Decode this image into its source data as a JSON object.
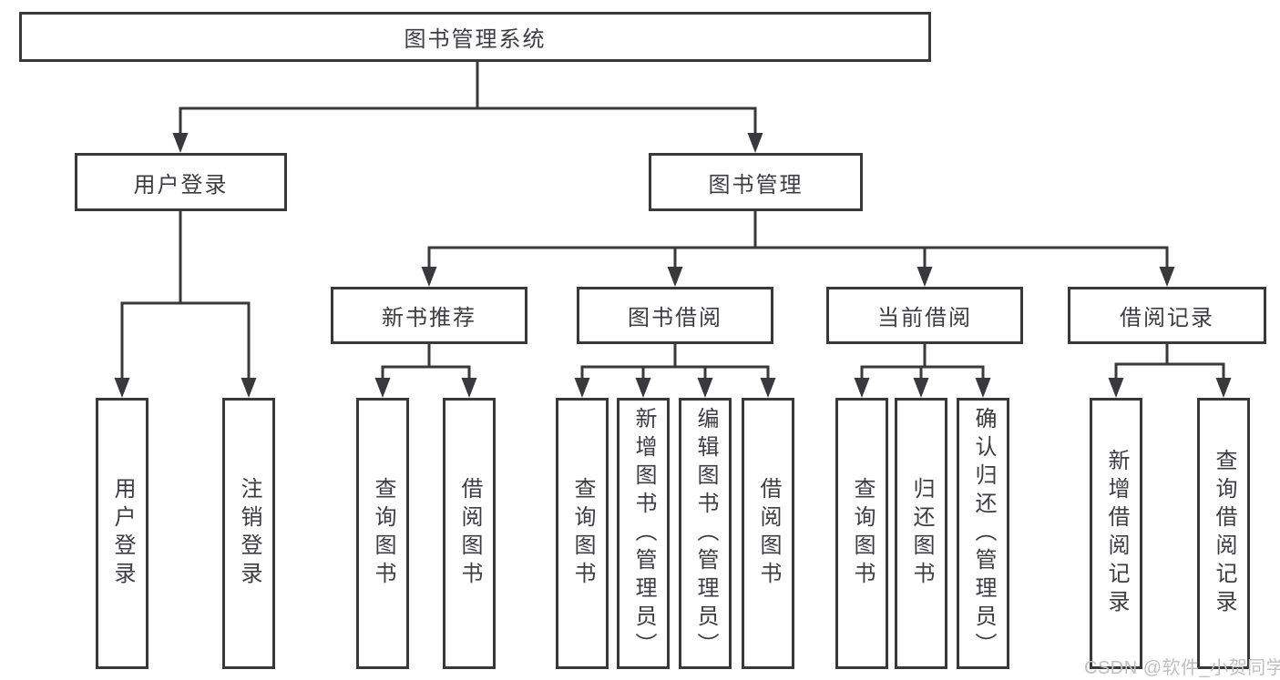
{
  "diagram": {
    "title": "图书管理系统",
    "nodes": {
      "root": {
        "label": "图书管理系统"
      },
      "userLogin": {
        "label": "用户登录",
        "children": {
          "login": {
            "label": "用户登录"
          },
          "logout": {
            "label": "注销登录"
          }
        }
      },
      "bookMgmt": {
        "label": "图书管理",
        "children": {
          "newBooks": {
            "label": "新书推荐",
            "children": {
              "query": {
                "label": "查询图书"
              },
              "borrow": {
                "label": "借阅图书"
              }
            }
          },
          "bookBorrow": {
            "label": "图书借阅",
            "children": {
              "query": {
                "label": "查询图书"
              },
              "add": {
                "label": "新增图书（管理员）"
              },
              "edit": {
                "label": "编辑图书（管理员）"
              },
              "borrow": {
                "label": "借阅图书"
              }
            }
          },
          "currentBorrow": {
            "label": "当前借阅",
            "children": {
              "query": {
                "label": "查询图书"
              },
              "return": {
                "label": "归还图书"
              },
              "confirmReturn": {
                "label": "确认归还（管理员）"
              }
            }
          },
          "borrowRecords": {
            "label": "借阅记录",
            "children": {
              "addRecord": {
                "label": "新增借阅记录"
              },
              "queryRecord": {
                "label": "查询借阅记录"
              }
            }
          }
        }
      }
    },
    "watermark": "CSDN @软件_小贺同学"
  },
  "colors": {
    "line": "#39393b",
    "text": "#3d3d40",
    "watermark": "#bfbfbf",
    "background": "#ffffff"
  }
}
